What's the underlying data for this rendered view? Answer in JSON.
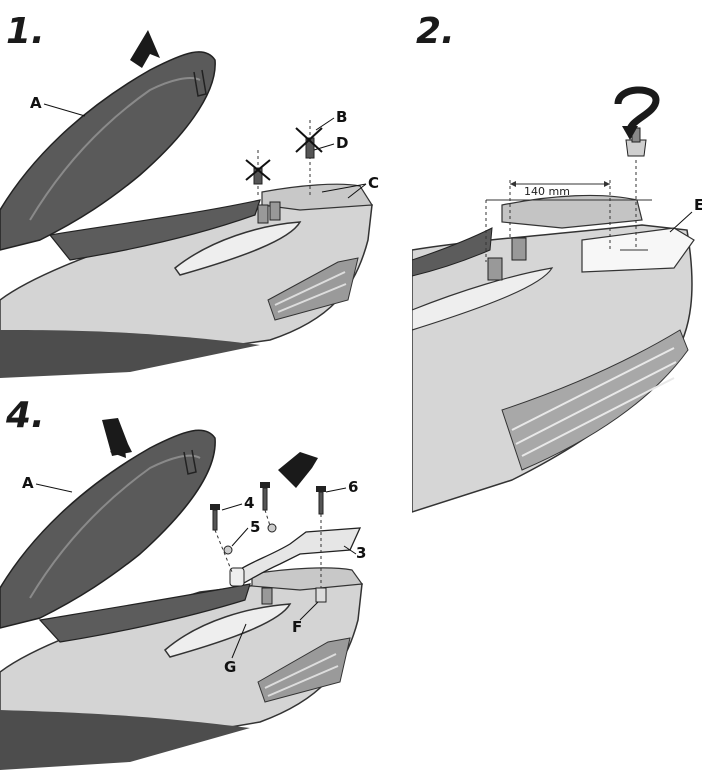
{
  "steps": {
    "step1": {
      "number": "1."
    },
    "step2": {
      "number": "2."
    },
    "step4": {
      "number": "4."
    }
  },
  "callouts": {
    "step1": [
      "A",
      "B",
      "D",
      "C"
    ],
    "step2": [
      "E"
    ],
    "step4": [
      "A",
      "4",
      "5",
      "6",
      "3",
      "F",
      "G"
    ]
  },
  "dimension": {
    "label": "140 mm"
  },
  "colors": {
    "body_light": "#d9d9d9",
    "body_mid": "#b5b5b5",
    "body_dark": "#6e6e6e",
    "seat": "#4a4a4a",
    "arrow": "#1a1a1a"
  },
  "icons": [
    "move-up-arrow-icon",
    "move-down-arrow-icon",
    "rotate-arrow-icon",
    "crossed-screw-icon"
  ]
}
